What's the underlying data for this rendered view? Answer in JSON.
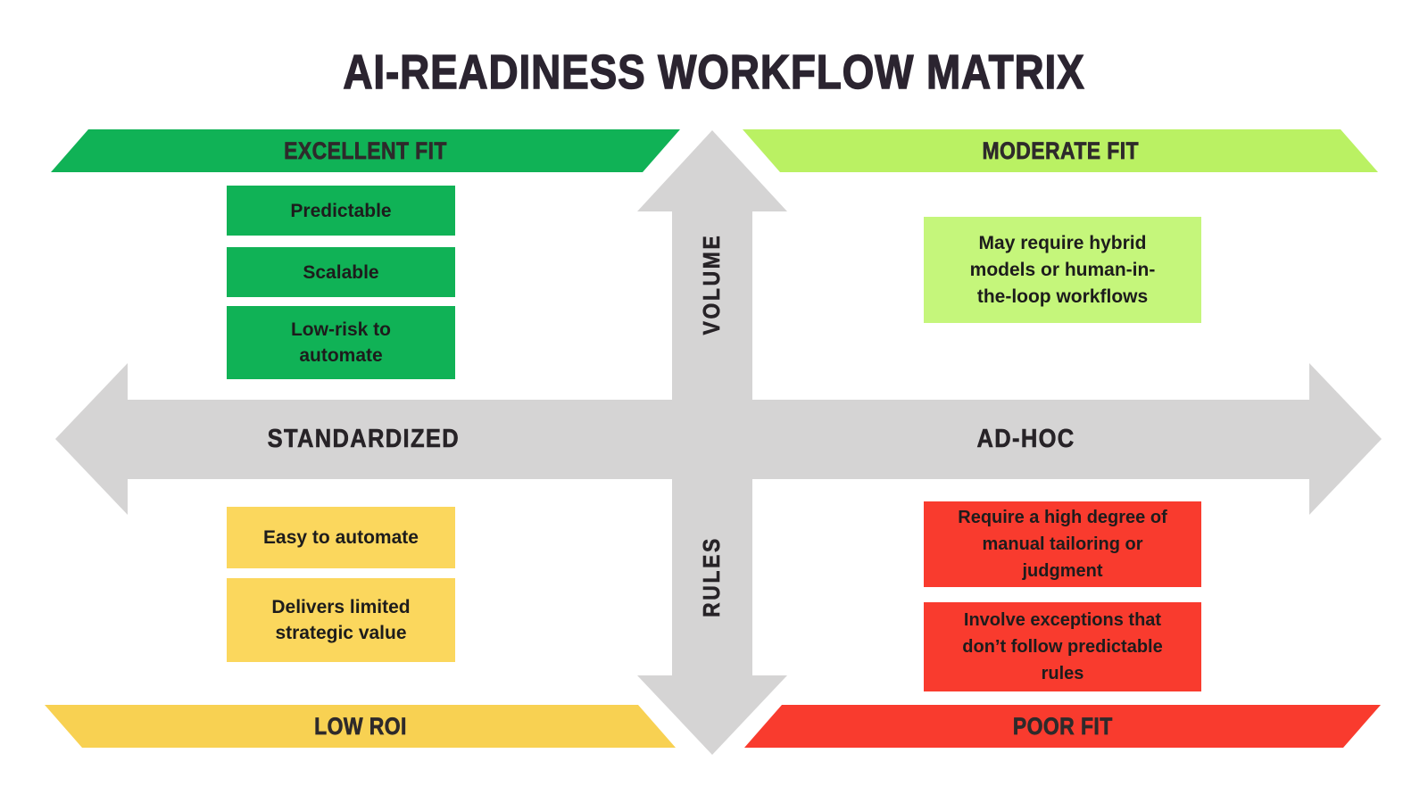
{
  "title": "AI-READINESS WORKFLOW MATRIX",
  "colors": {
    "green": "#10b256",
    "light_green_banner": "#baf163",
    "light_green_box": "#c5f67b",
    "yellow_banner": "#f8d152",
    "yellow_box": "#fbd75d",
    "red": "#f93b2e",
    "arrow_gray": "#d5d4d4",
    "title_text": "#2b2430",
    "box_text": "#1d1c1c"
  },
  "axes": {
    "vertical_top_label": "VOLUME",
    "vertical_bottom_label": "RULES",
    "horizontal_left_label": "STANDARDIZED",
    "horizontal_right_label": "AD-HOC"
  },
  "quadrants": [
    {
      "position": "top-left",
      "banner_label": "EXCELLENT FIT",
      "items": [
        "Predictable",
        "Scalable",
        "Low-risk to automate"
      ]
    },
    {
      "position": "top-right",
      "banner_label": "MODERATE FIT",
      "items": [
        "May require hybrid models or human-in-the-loop workflows"
      ]
    },
    {
      "position": "bottom-left",
      "banner_label": "LOW ROI",
      "items": [
        "Easy to automate",
        "Delivers limited strategic value"
      ]
    },
    {
      "position": "bottom-right",
      "banner_label": "POOR FIT",
      "items": [
        "Require a high degree of manual tailoring or judgment",
        "Involve exceptions that don’t follow predictable rules"
      ]
    }
  ]
}
